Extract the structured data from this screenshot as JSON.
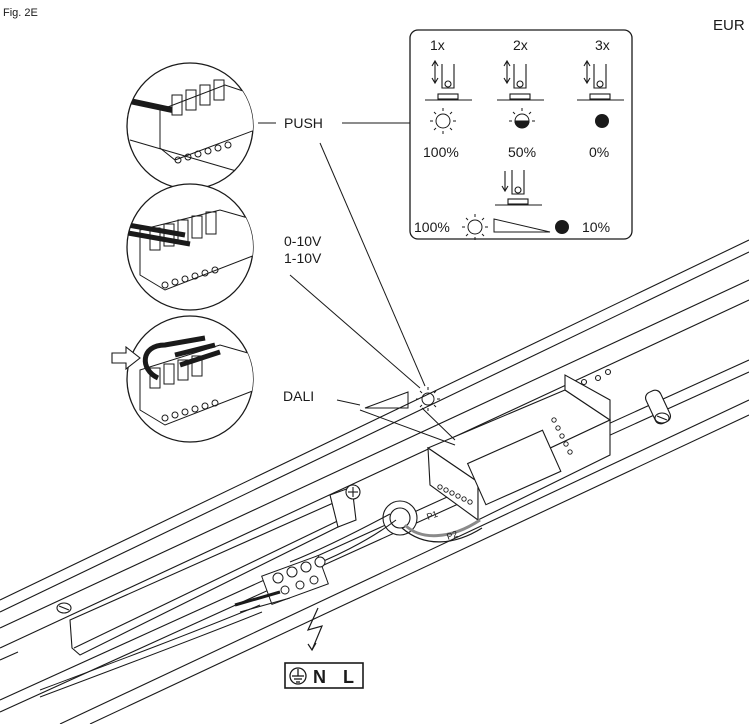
{
  "figure_label": "Fig. 2E",
  "region_label": "EUR",
  "labels": {
    "push": "PUSH",
    "analog_a": "0-10V",
    "analog_b": "1-10V",
    "dali": "DALI",
    "p1": "P1",
    "p2": "P2"
  },
  "push_info": {
    "presses": [
      "1x",
      "2x",
      "3x"
    ],
    "levels": [
      "100%",
      "50%",
      "0%"
    ],
    "hold_start": "100%",
    "hold_end": "10%"
  },
  "mains_terminal": {
    "neutral": "N",
    "live": "L"
  },
  "colors": {
    "line": "#1a1a1a",
    "cable_gray": "#8a8a8a"
  }
}
